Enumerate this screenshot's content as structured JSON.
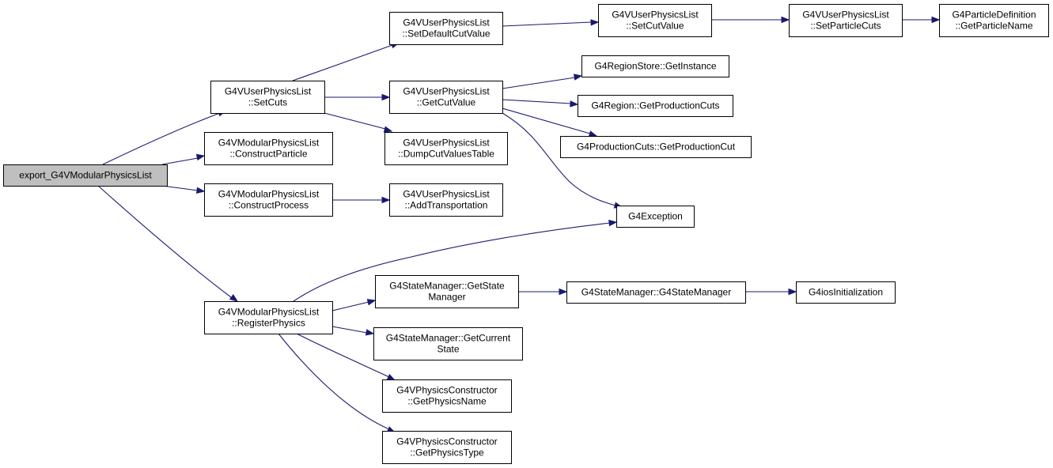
{
  "graph": {
    "edge_color": "#191970",
    "root_fill": "#bfbfbf",
    "nodes": [
      {
        "id": "root",
        "lines": [
          "export_G4VModularPhysicsList"
        ],
        "root": true
      },
      {
        "id": "setcuts",
        "lines": [
          "G4VUserPhysicsList",
          "::SetCuts"
        ]
      },
      {
        "id": "constructparticle",
        "lines": [
          "G4VModularPhysicsList",
          "::ConstructParticle"
        ]
      },
      {
        "id": "constructprocess",
        "lines": [
          "G4VModularPhysicsList",
          "::ConstructProcess"
        ]
      },
      {
        "id": "registerphysics",
        "lines": [
          "G4VModularPhysicsList",
          "::RegisterPhysics"
        ]
      },
      {
        "id": "setdefaultcutvalue",
        "lines": [
          "G4VUserPhysicsList",
          "::SetDefaultCutValue"
        ]
      },
      {
        "id": "getcutvalue",
        "lines": [
          "G4VUserPhysicsList",
          "::GetCutValue"
        ]
      },
      {
        "id": "dumpcutvaluestable",
        "lines": [
          "G4VUserPhysicsList",
          "::DumpCutValuesTable"
        ]
      },
      {
        "id": "addtransportation",
        "lines": [
          "G4VUserPhysicsList",
          "::AddTransportation"
        ]
      },
      {
        "id": "setcutvalue",
        "lines": [
          "G4VUserPhysicsList",
          "::SetCutValue"
        ]
      },
      {
        "id": "setparticlecuts",
        "lines": [
          "G4VUserPhysicsList",
          "::SetParticleCuts"
        ]
      },
      {
        "id": "getparticlename",
        "lines": [
          "G4ParticleDefinition",
          "::GetParticleName"
        ]
      },
      {
        "id": "regionstore",
        "lines": [
          "G4RegionStore::GetInstance"
        ]
      },
      {
        "id": "getproductioncuts",
        "lines": [
          "G4Region::GetProductionCuts"
        ]
      },
      {
        "id": "getproductioncut",
        "lines": [
          "G4ProductionCuts::GetProductionCut"
        ]
      },
      {
        "id": "g4exception",
        "lines": [
          "G4Exception"
        ]
      },
      {
        "id": "getstatemanager",
        "lines": [
          "G4StateManager::GetState",
          "Manager"
        ]
      },
      {
        "id": "statemanagerctor",
        "lines": [
          "G4StateManager::G4StateManager"
        ]
      },
      {
        "id": "iosinit",
        "lines": [
          "G4iosInitialization"
        ]
      },
      {
        "id": "getcurrentstate",
        "lines": [
          "G4StateManager::GetCurrent",
          "State"
        ]
      },
      {
        "id": "getphysicsname",
        "lines": [
          "G4VPhysicsConstructor",
          "::GetPhysicsName"
        ]
      },
      {
        "id": "getphysicstype",
        "lines": [
          "G4VPhysicsConstructor",
          "::GetPhysicsType"
        ]
      }
    ],
    "edges": [
      {
        "from": "root",
        "to": "setcuts"
      },
      {
        "from": "root",
        "to": "constructparticle"
      },
      {
        "from": "root",
        "to": "constructprocess"
      },
      {
        "from": "root",
        "to": "registerphysics"
      },
      {
        "from": "setcuts",
        "to": "setdefaultcutvalue"
      },
      {
        "from": "setcuts",
        "to": "getcutvalue"
      },
      {
        "from": "setcuts",
        "to": "dumpcutvaluestable"
      },
      {
        "from": "setdefaultcutvalue",
        "to": "setcutvalue"
      },
      {
        "from": "setcutvalue",
        "to": "setparticlecuts"
      },
      {
        "from": "setparticlecuts",
        "to": "getparticlename"
      },
      {
        "from": "getcutvalue",
        "to": "regionstore"
      },
      {
        "from": "getcutvalue",
        "to": "getproductioncuts"
      },
      {
        "from": "getcutvalue",
        "to": "getproductioncut"
      },
      {
        "from": "getcutvalue",
        "to": "g4exception"
      },
      {
        "from": "constructprocess",
        "to": "addtransportation"
      },
      {
        "from": "registerphysics",
        "to": "g4exception"
      },
      {
        "from": "registerphysics",
        "to": "getstatemanager"
      },
      {
        "from": "registerphysics",
        "to": "getcurrentstate"
      },
      {
        "from": "registerphysics",
        "to": "getphysicsname"
      },
      {
        "from": "registerphysics",
        "to": "getphysicstype"
      },
      {
        "from": "getstatemanager",
        "to": "statemanagerctor"
      },
      {
        "from": "statemanagerctor",
        "to": "iosinit"
      }
    ]
  }
}
